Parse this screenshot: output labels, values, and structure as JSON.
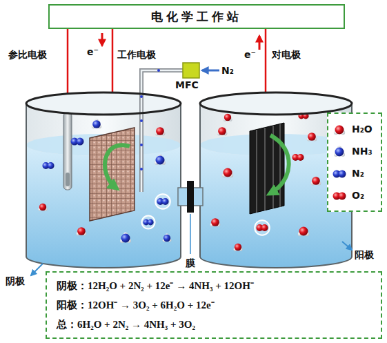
{
  "diagram": {
    "nodes": [
      {
        "text": [
          "电化学工作站"
        ]
      },
      {
        "text": [
          "阴极：12H₂O + 2N₂ + 12e⁻ → 4NH₃ + 12OH⁻",
          "阳极：12OH⁻ → 3O₂ + 6H₂O + 12e⁻",
          "总：6H₂O + 2N₂ → 4NH₃ + 3O₂"
        ]
      }
    ],
    "labels": [
      "参比电极",
      "e⁻",
      "工作电极",
      "N₂",
      "MFC",
      "e⁻",
      "对电极",
      "阴极",
      "膜",
      "阳极"
    ],
    "legend": [
      {
        "text": "H₂O"
      },
      {
        "text": "NH₃"
      },
      {
        "text": "N₂"
      },
      {
        "text": "O₂"
      }
    ]
  }
}
